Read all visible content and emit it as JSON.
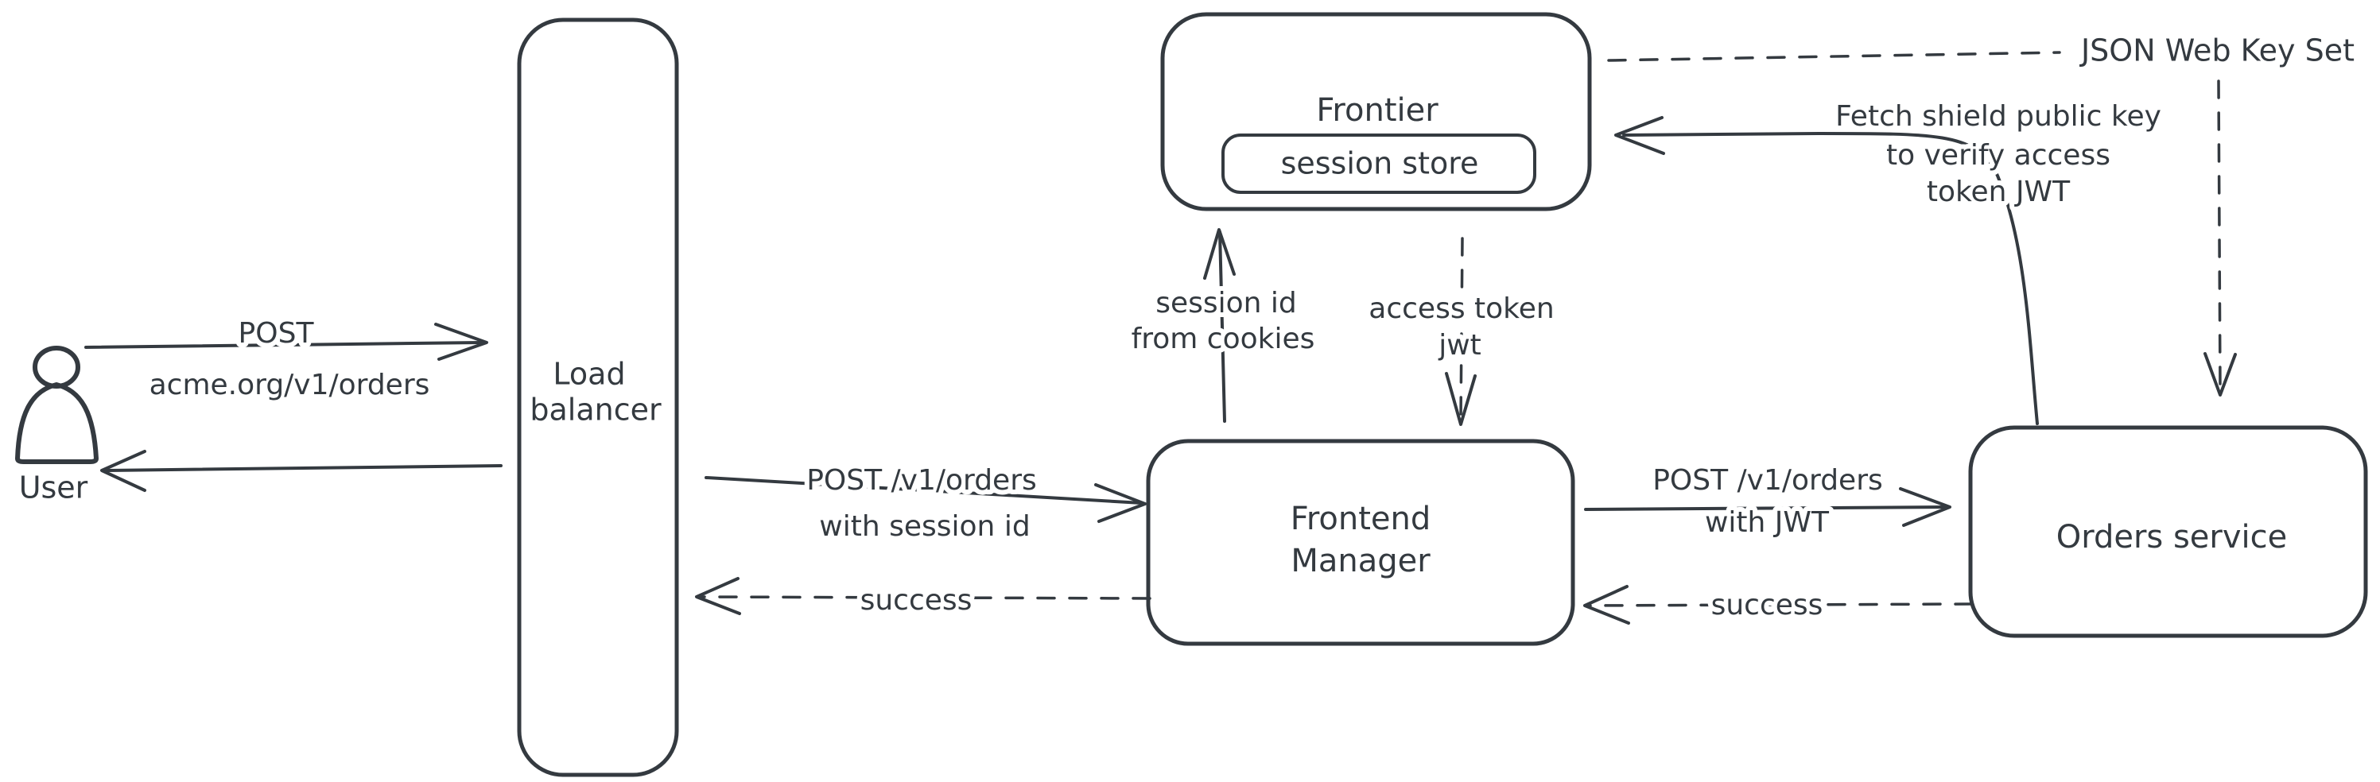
{
  "colors": {
    "stroke": "#343a40",
    "text": "#343a40",
    "hatch_fill": "#c9d2da",
    "background": "#ffffff"
  },
  "nodes": {
    "user": {
      "label": "User"
    },
    "load_balancer": {
      "lines": [
        "Load",
        "balancer"
      ]
    },
    "frontier": {
      "label": "Frontier",
      "session_store_label": "session store"
    },
    "frontend_manager": {
      "lines": [
        "Frontend",
        "Manager"
      ]
    },
    "orders_service": {
      "label": "Orders service"
    },
    "jwks": {
      "label": "JSON Web Key Set"
    }
  },
  "edges": {
    "user_to_lb": {
      "style": "solid",
      "lines": [
        "POST",
        "acme.org/v1/orders"
      ]
    },
    "lb_to_user": {
      "style": "solid"
    },
    "lb_to_fm": {
      "style": "solid",
      "lines": [
        "POST /v1/orders",
        "with session id"
      ]
    },
    "fm_to_lb": {
      "style": "dashed",
      "label": "success"
    },
    "fm_to_frontier": {
      "style": "solid",
      "lines": [
        "session id",
        "from cookies"
      ]
    },
    "frontier_to_fm": {
      "style": "dashed",
      "lines": [
        "access token",
        "jwt"
      ]
    },
    "fm_to_orders": {
      "style": "solid",
      "lines": [
        "POST /v1/orders",
        "with JWT"
      ]
    },
    "orders_to_fm": {
      "style": "dashed",
      "label": "success"
    },
    "orders_to_frontier": {
      "style": "solid",
      "lines": [
        "Fetch shield public key",
        "to verify access",
        "token JWT"
      ]
    },
    "frontier_to_jwks": {
      "style": "dashed"
    },
    "jwks_to_orders": {
      "style": "dashed"
    }
  }
}
